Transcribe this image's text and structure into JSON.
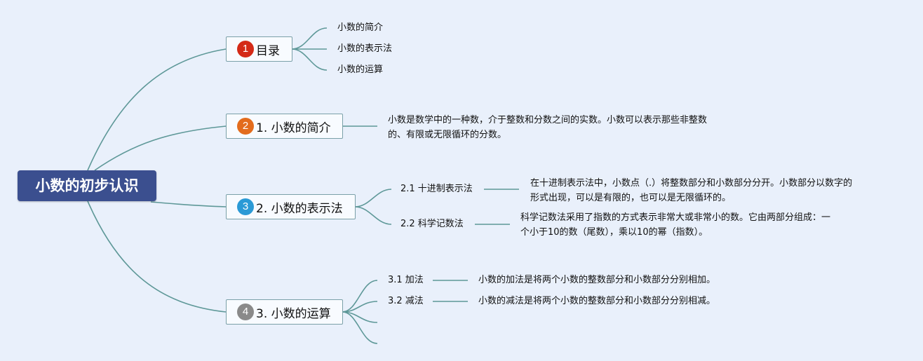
{
  "colors": {
    "background": "#e9f0fb",
    "root": "#3b4f8f",
    "connector": "#5e9898",
    "badge_1": "#d42a17",
    "badge_2": "#e36c1d",
    "badge_3": "#2b9ad6",
    "badge_4": "#8a8a8a"
  },
  "root": {
    "title": "小数的初步认识"
  },
  "toc": {
    "badge": "1",
    "title": "目录",
    "items": [
      "小数的简介",
      "小数的表示法",
      "小数的运算"
    ]
  },
  "intro": {
    "badge": "2",
    "title": "1. 小数的简介",
    "desc_line1": "小数是数学中的一种数，介于整数和分数之间的实数。小数可以表示那些非整数",
    "desc_line2": "的、有限或无限循环的分数。"
  },
  "notation": {
    "badge": "3",
    "title": "2. 小数的表示法",
    "subs": [
      {
        "label": "2.1 十进制表示法",
        "desc_line1": "在十进制表示法中，小数点（.）将整数部分和小数部分分开。小数部分以数字的",
        "desc_line2": "形式出现，可以是有限的，也可以是无限循环的。"
      },
      {
        "label": "2.2 科学记数法",
        "desc_line1": "科学记数法采用了指数的方式表示非常大或非常小的数。它由两部分组成：一",
        "desc_line2": "个小于10的数（尾数），乘以10的幂（指数）。"
      }
    ]
  },
  "ops": {
    "badge": "4",
    "title": "3. 小数的运算",
    "subs": [
      {
        "label": "3.1 加法",
        "desc": "小数的加法是将两个小数的整数部分和小数部分分别相加。"
      },
      {
        "label": "3.2 减法",
        "desc": "小数的减法是将两个小数的整数部分和小数部分分别相减。"
      }
    ]
  }
}
